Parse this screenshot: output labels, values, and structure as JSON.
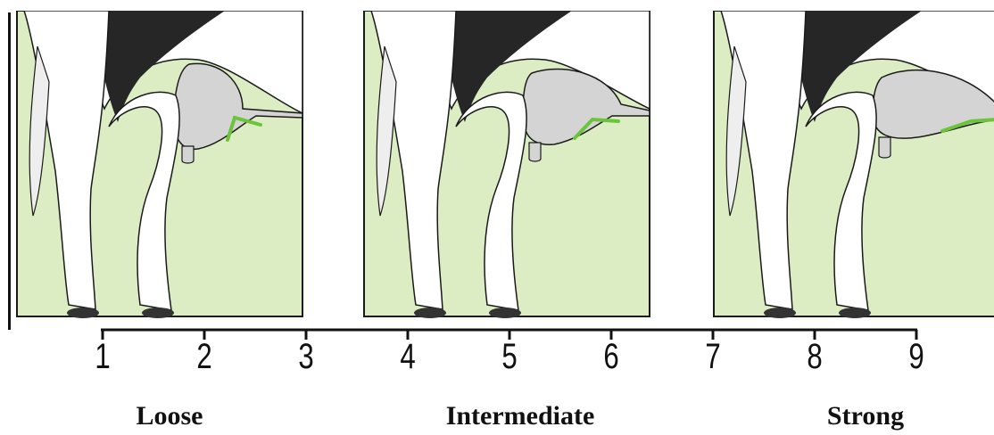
{
  "scale": {
    "numbers": [
      "1",
      "2",
      "3",
      "4",
      "5",
      "6",
      "7",
      "8",
      "9"
    ]
  },
  "categories": [
    "Loose",
    "Intermediate",
    "Strong"
  ],
  "colors": {
    "background_green": "#dcedc4",
    "ligament_green": "#6bc43a",
    "udder_grey": "#d4d4d4",
    "body_black": "#262626",
    "outline": "#1a1a1a"
  },
  "panels": [
    {
      "id": "loose",
      "attachment_level": 0.3
    },
    {
      "id": "intermediate",
      "attachment_level": 0.6
    },
    {
      "id": "strong",
      "attachment_level": 0.9
    }
  ]
}
